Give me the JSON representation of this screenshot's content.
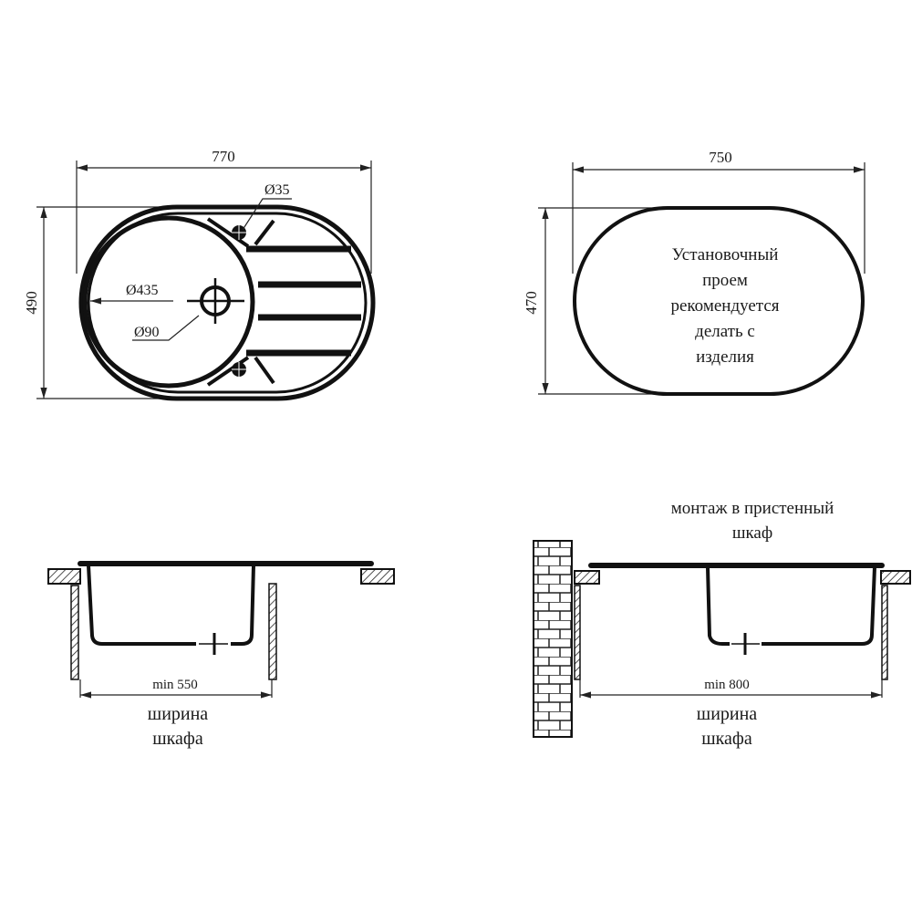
{
  "top_view": {
    "width_label": "770",
    "height_label": "490",
    "bowl_diameter_label": "Ø435",
    "drain_diameter_label": "Ø90",
    "hole_diameter_label": "Ø35"
  },
  "cutout_view": {
    "width_label": "750",
    "height_label": "470",
    "note_lines": [
      "Установочный",
      "проем",
      "рекомендуется",
      "делать с",
      "изделия"
    ]
  },
  "section_standard": {
    "cabinet_width_label": "min 550",
    "caption_lines": [
      "ширина",
      "шкафа"
    ]
  },
  "section_wall": {
    "title_lines": [
      "монтаж в пристенный",
      "шкаф"
    ],
    "cabinet_width_label": "min 800",
    "caption_lines": [
      "ширина",
      "шкафа"
    ]
  }
}
